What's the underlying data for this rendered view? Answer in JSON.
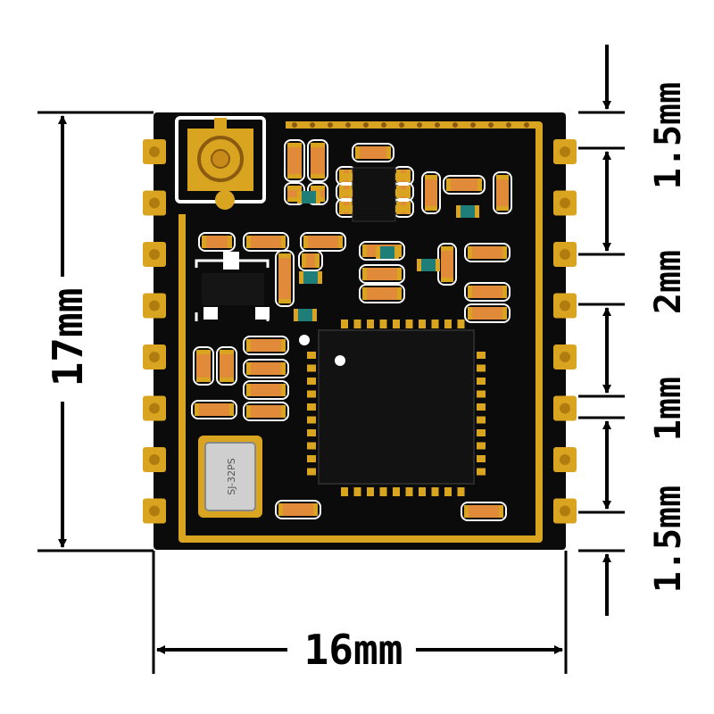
{
  "dimensions": {
    "height": "17mm",
    "width": "16mm",
    "pin_edge_top": "1.5mm",
    "pin_pitch": "2mm",
    "pin_width": "1mm",
    "pin_edge_bottom": "1.5mm"
  },
  "module": {
    "crystal_marking": "SJ-32PS",
    "pin_count_per_side": 8
  },
  "colors": {
    "pcb": "#0b0b0b",
    "gold": "#d9a521",
    "resistor": "#e08a3a",
    "silkscreen": "#ffffff",
    "dimension_line": "#000000"
  }
}
